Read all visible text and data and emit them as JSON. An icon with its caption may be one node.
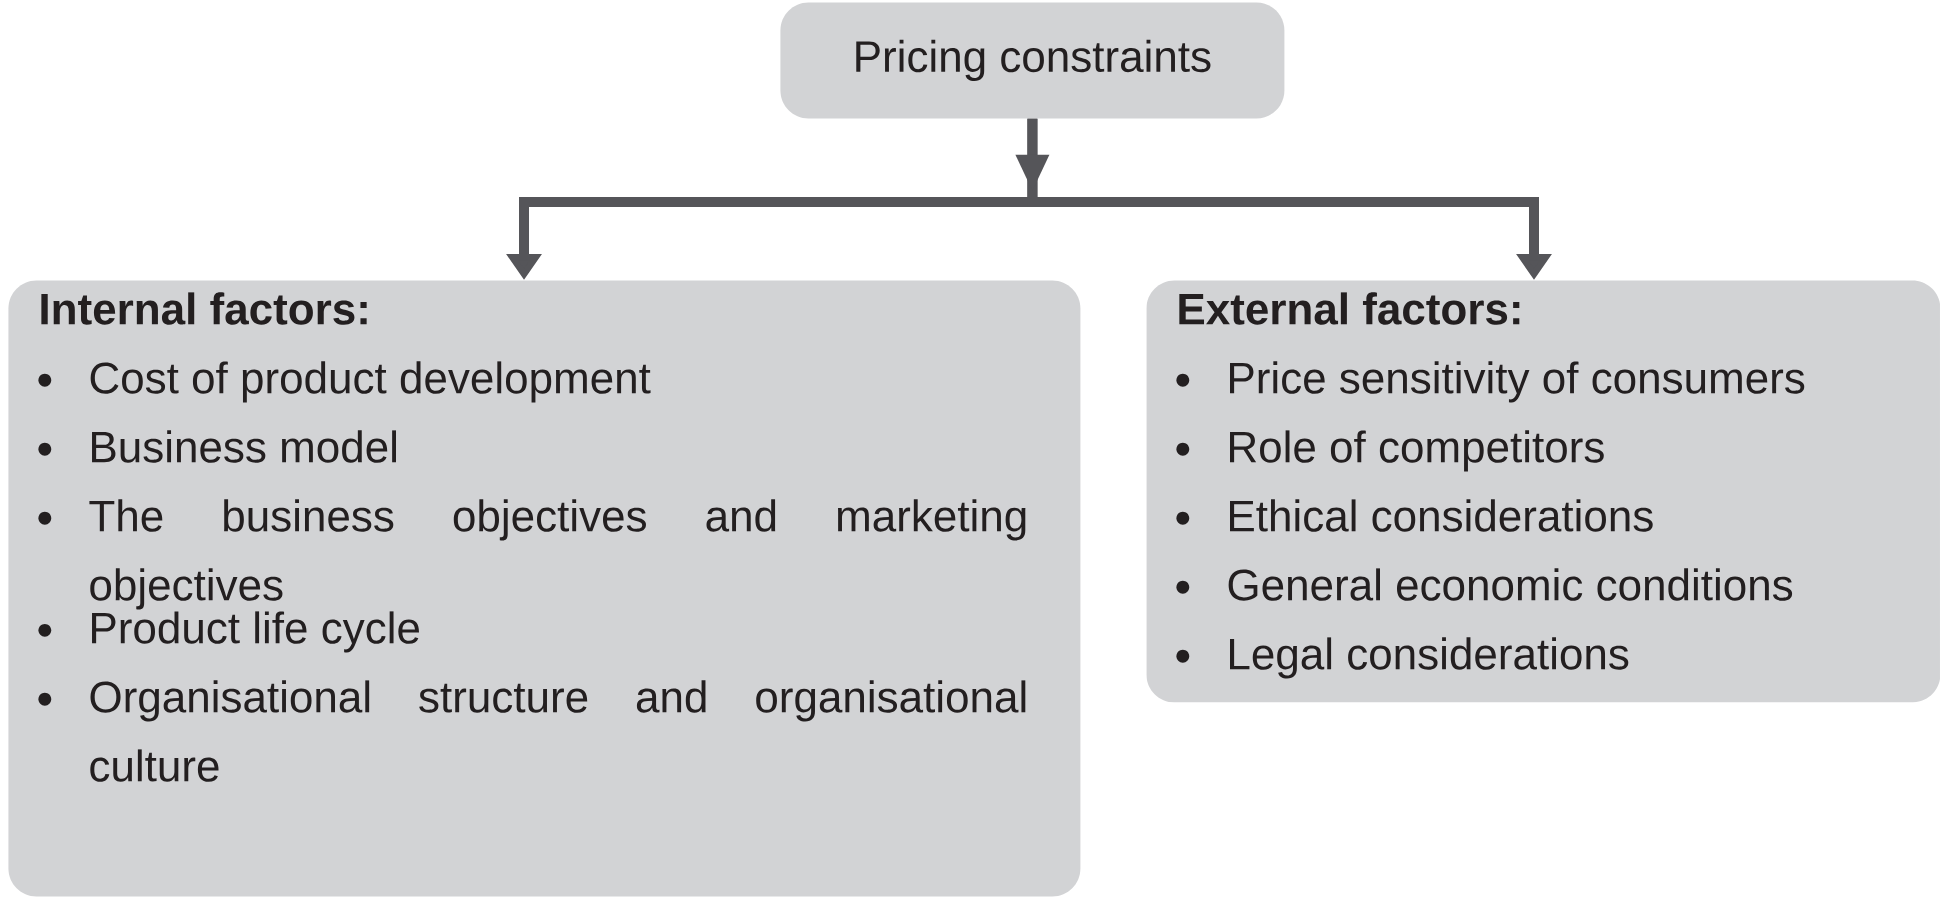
{
  "diagram": {
    "nodes": [
      {
        "text": [
          "Pricing constraints"
        ]
      },
      {
        "text": [
          "Internal factors:",
          "Cost of product development",
          "Business model",
          "The business objectives and marketing objectives",
          "Product life cycle",
          "Organisational structure and organisational culture"
        ]
      },
      {
        "text": [
          "External factors:",
          "Price sensitivity of consumers",
          "Role of competitors",
          "Ethical considerations",
          "General economic conditions",
          "Legal considerations"
        ]
      }
    ],
    "edges": [
      {
        "from": 0,
        "to": 1,
        "arrow": "to"
      },
      {
        "from": 0,
        "to": 2,
        "arrow": "to"
      }
    ]
  }
}
